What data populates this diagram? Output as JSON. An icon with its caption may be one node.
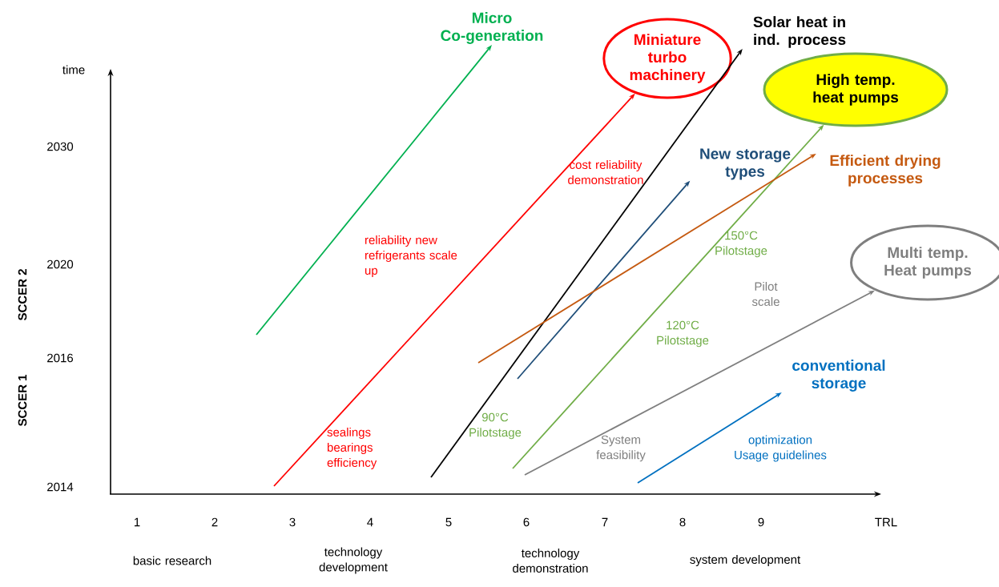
{
  "diagram": {
    "nodes": [
      {
        "text": [
          "Micro Co-generation"
        ]
      },
      {
        "text": [
          "Miniature turbo machinery"
        ]
      },
      {
        "text": [
          "Solar heat in ind. process"
        ]
      },
      {
        "text": [
          "High temp. heat pumps"
        ]
      },
      {
        "text": [
          "New storage types"
        ]
      },
      {
        "text": [
          "Efficient drying processes"
        ]
      },
      {
        "text": [
          "Multi temp. Heat pumps"
        ]
      },
      {
        "text": [
          "conventional storage"
        ]
      }
    ],
    "edges": [
      {
        "from": null,
        "to": 0,
        "arrow": "to",
        "color": "#00b050"
      },
      {
        "from": null,
        "to": 1,
        "arrow": "to",
        "color": "#ff0000"
      },
      {
        "from": null,
        "to": 2,
        "arrow": "to",
        "color": "#000000"
      },
      {
        "from": null,
        "to": 3,
        "arrow": "to",
        "color": "#70ad47"
      },
      {
        "from": null,
        "to": 4,
        "arrow": "to",
        "color": "#1f4e79"
      },
      {
        "from": null,
        "to": 5,
        "arrow": "to",
        "color": "#c55a11"
      },
      {
        "from": null,
        "to": 6,
        "arrow": "to",
        "color": "#7f7f7f"
      },
      {
        "from": null,
        "to": 7,
        "arrow": "to",
        "color": "#0070c0"
      }
    ],
    "labels": [
      "time",
      "2030",
      "cost reliability demonstration",
      "150°C Pilotstage",
      "reliability new refrigerants scale up",
      "2020",
      "Pilot scale",
      "SCCER 2",
      "120°C Pilotstage",
      "2016",
      "SCCER 1",
      "90°C Pilotstage",
      "sealings bearings efficiency",
      "System feasibility",
      "optimization Usage guidelines",
      "2014",
      "1",
      "2",
      "3",
      "4",
      "5",
      "6",
      "7",
      "8",
      "9",
      "TRL",
      "basic research",
      "technology development",
      "technology demonstration",
      "system development"
    ]
  }
}
